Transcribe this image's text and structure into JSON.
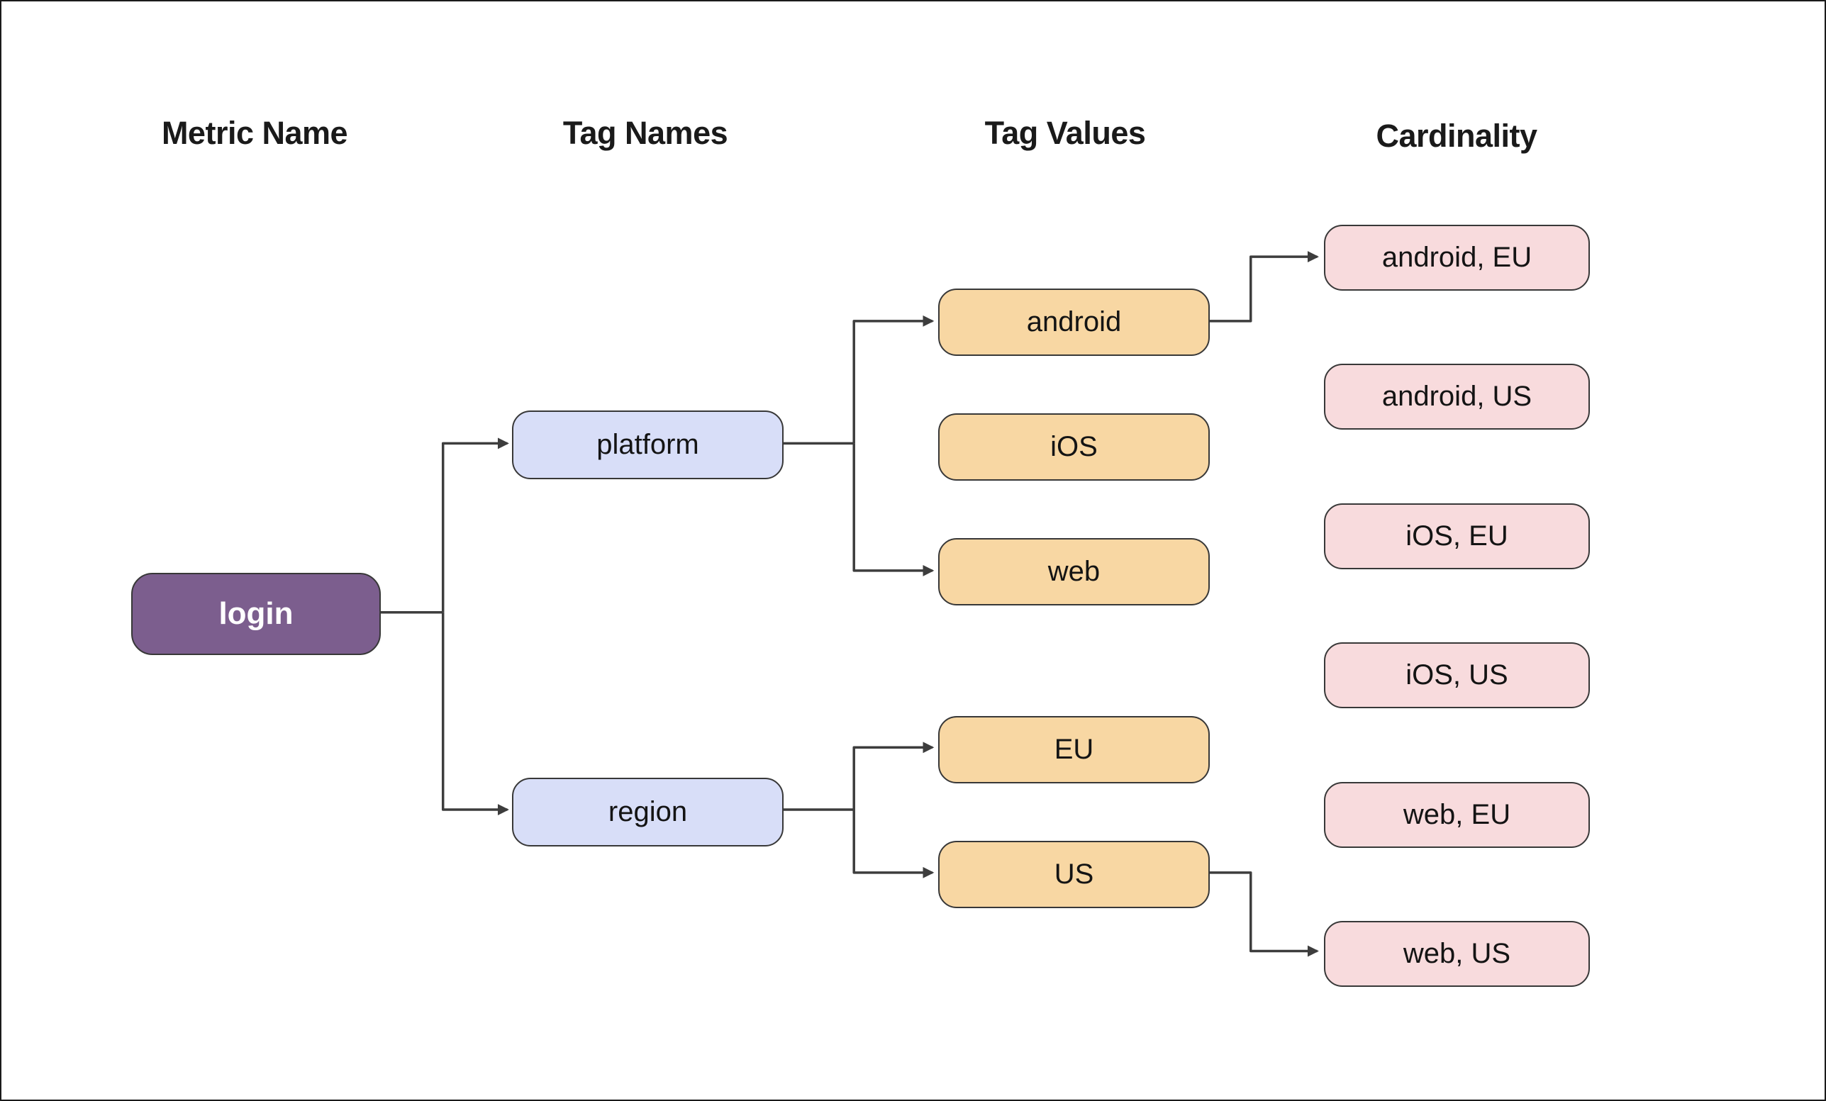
{
  "diagram": {
    "column_headers": [
      {
        "id": "metric-name",
        "label": "Metric Name"
      },
      {
        "id": "tag-names",
        "label": "Tag Names"
      },
      {
        "id": "tag-values",
        "label": "Tag Values"
      },
      {
        "id": "cardinality",
        "label": "Cardinality"
      }
    ],
    "nodes": {
      "login": {
        "label": "login",
        "type": "metric-name"
      },
      "platform": {
        "label": "platform",
        "type": "tag-name"
      },
      "region": {
        "label": "region",
        "type": "tag-name"
      },
      "android": {
        "label": "android",
        "type": "tag-value"
      },
      "ios": {
        "label": "iOS",
        "type": "tag-value"
      },
      "web": {
        "label": "web",
        "type": "tag-value"
      },
      "eu": {
        "label": "EU",
        "type": "tag-value"
      },
      "us": {
        "label": "US",
        "type": "tag-value"
      },
      "android_eu": {
        "label": "android, EU",
        "type": "cardinality"
      },
      "android_us": {
        "label": "android, US",
        "type": "cardinality"
      },
      "ios_eu": {
        "label": "iOS, EU",
        "type": "cardinality"
      },
      "ios_us": {
        "label": "iOS, US",
        "type": "cardinality"
      },
      "web_eu": {
        "label": "web, EU",
        "type": "cardinality"
      },
      "web_us": {
        "label": "web, US",
        "type": "cardinality"
      }
    },
    "edges": [
      {
        "from": "login",
        "to": "platform",
        "arrow": true
      },
      {
        "from": "login",
        "to": "region",
        "arrow": true
      },
      {
        "from": "platform",
        "to": "android",
        "arrow": true
      },
      {
        "from": "platform",
        "to": "web",
        "arrow": true
      },
      {
        "from": "android",
        "to": "android_eu",
        "arrow": true
      },
      {
        "from": "region",
        "to": "eu",
        "arrow": true
      },
      {
        "from": "region",
        "to": "us",
        "arrow": true
      },
      {
        "from": "us",
        "to": "web_us",
        "arrow": true
      }
    ]
  },
  "colors": {
    "canvas-bg": "#ffffff",
    "frame-border": "#1a1a1a",
    "heading-text": "#1a1a1a",
    "connector": "#3d3d3d",
    "node-border": "#383838",
    "metric-fill": "#7c5e8e",
    "metric-text": "#ffffff",
    "tagname-fill": "#d8def8",
    "tagvalue-fill": "#f8d7a3",
    "cardinality-fill": "#f8dbdd"
  }
}
